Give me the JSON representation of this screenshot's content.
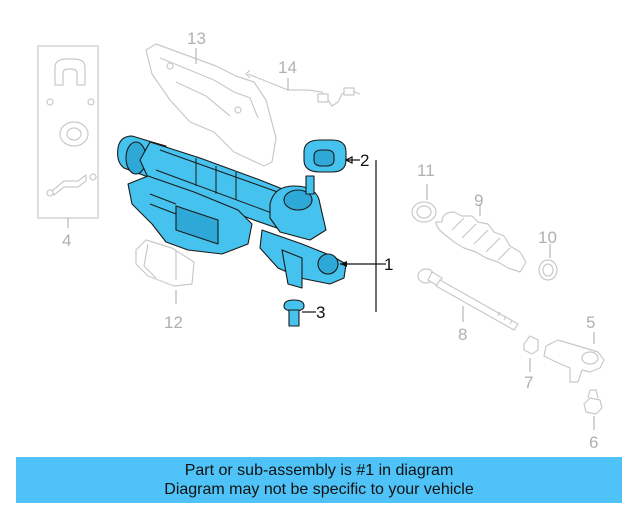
{
  "callouts": {
    "c1": "1",
    "c2": "2",
    "c3": "3",
    "c4": "4",
    "c5": "5",
    "c6": "6",
    "c7": "7",
    "c8": "8",
    "c9": "9",
    "c10": "10",
    "c11": "11",
    "c12": "12",
    "c13": "13",
    "c14": "14"
  },
  "banner": {
    "line1": "Part or sub-assembly is #1 in diagram",
    "line2": "Diagram may not be specific to your vehicle"
  },
  "colors": {
    "highlight": "#45c2ee",
    "banner": "#4fc3f7",
    "ghost_outline": "#c9c9c9"
  }
}
